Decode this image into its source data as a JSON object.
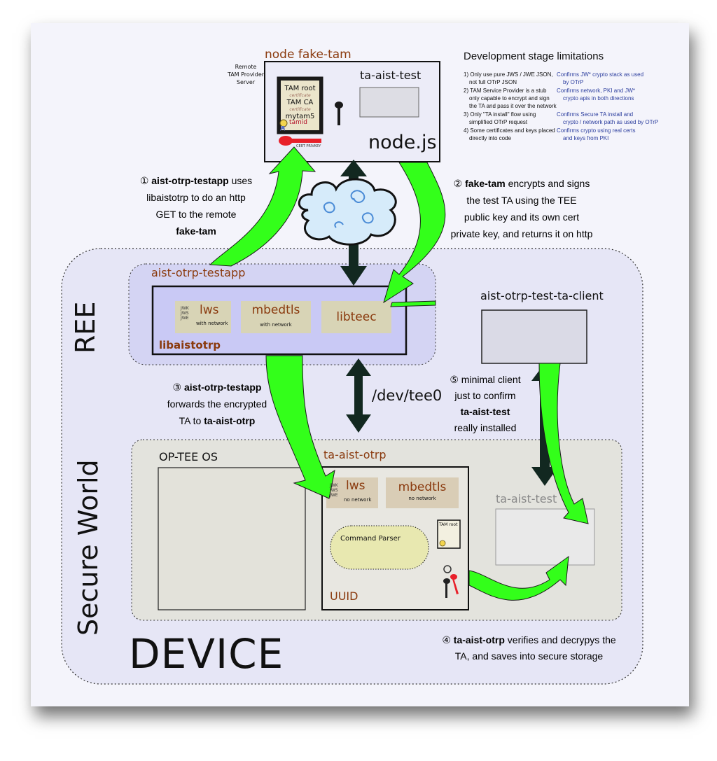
{
  "fake_tam": {
    "node_title": "node fake-tam",
    "remote_label": [
      "Remote",
      "TAM Provider",
      "Server"
    ],
    "ta_title": "ta-aist-test",
    "nodejs": "node.js",
    "cert_lines": [
      "TAM root",
      "TAM CA",
      "mytam5"
    ],
    "cert_watermarks": [
      "certificate",
      "certificate"
    ],
    "tamid": "tamid",
    "key_label": "CERT PRIVKEY"
  },
  "limitations": {
    "title": "Development stage limitations",
    "items": [
      [
        "1) Only use pure JWS / JWE JSON,",
        "not full OTrP JSON"
      ],
      [
        "2) TAM Service Provider is a stub",
        "only capable to encrypt and sign",
        "the TA and pass it over the network"
      ],
      [
        "3) Only \"TA install\" flow using",
        "simplified OTrP request"
      ],
      [
        "4) Some certificates and keys placed",
        "directly into code"
      ]
    ],
    "confirms": [
      [
        "Confirms JW* crypto stack as used",
        "by OTrP"
      ],
      [
        "Confirms network, PKI and JW*",
        "crypto apis in both directions"
      ],
      [
        "Confirms Secure TA install and",
        "crypto / network path as used by OTrP"
      ],
      [
        "Confirms crypto using real certs",
        "and keys from PKI"
      ]
    ]
  },
  "steps": {
    "s1": {
      "num": "①",
      "bold": "aist-otrp-testapp",
      "rest": " uses",
      "lines": [
        "libaistotrp to do an http",
        "GET to the remote"
      ],
      "end_bold": "fake-tam"
    },
    "s2": {
      "num": "②",
      "bold": "fake-tam",
      "rest": " encrypts and signs",
      "lines": [
        "the test TA using the TEE",
        "public key and its own cert",
        "private key, and returns it on http"
      ]
    },
    "s3": {
      "num": "③",
      "bold": "aist-otrp-testapp",
      "line2": "forwards the encrypted",
      "line3_pre": "TA to ",
      "line3_bold": "ta-aist-otrp"
    },
    "s4": {
      "num": "④",
      "bold": "ta-aist-otrp",
      "rest": " verifies and decrypys the",
      "line2": "TA, and saves into secure storage"
    },
    "s5": {
      "num": "⑤",
      "rest": " minimal client",
      "line2": "just to confirm",
      "line3_bold": "ta-aist-test",
      "line4": "really installed"
    }
  },
  "ree": {
    "label": "REE",
    "testapp_title": "aist-otrp-testapp",
    "lib_title": "libaistotrp",
    "jwx": [
      "JWK",
      "JWS",
      "JWE"
    ],
    "lws": "lws",
    "lws_sub": "with network",
    "mbedtls": "mbedtls",
    "mbedtls_sub": "with network",
    "libteec": "libteec",
    "client_title": "aist-otrp-test-ta-client",
    "devtee": "/dev/tee0"
  },
  "secure": {
    "label": "Secure World",
    "optee": "OP-TEE OS",
    "ta_title": "ta-aist-otrp",
    "jwx": [
      "JWK",
      "JWS",
      "JWE"
    ],
    "lws": "lws",
    "lws_sub": "no network",
    "mbedtls": "mbedtls",
    "mbedtls_sub": "no network",
    "parser": "Command Parser",
    "tamroot": "TAM root",
    "uuid": "UUID",
    "ta_test": "ta-aist-test"
  },
  "device": "DEVICE",
  "colors": {
    "green": "#33ff1a",
    "brown": "#8a3a0e",
    "dark": "#132a22",
    "blue_text": "#2c3e9e"
  }
}
